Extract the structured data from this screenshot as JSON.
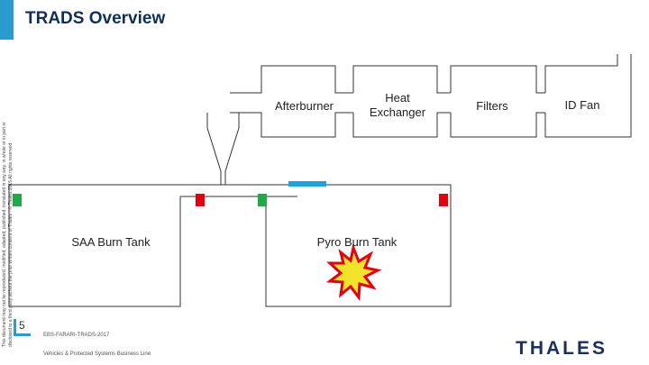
{
  "header": {
    "title": "TRADS Overview"
  },
  "side_note": {
    "line1": "This document may not be reproduced, modified, adapted, published, translated in any way, in whole or in part or",
    "line2": "disclosed to a third party without the prior written consent of Thales - © Thales 2015 All rights reserved"
  },
  "diagram": {
    "afterburner": "Afterburner",
    "heat_exchanger": "Heat Exchanger",
    "filters": "Filters",
    "id_fan": "ID Fan",
    "saa_tank": "SAA Burn Tank",
    "pyro_tank": "Pyro Burn Tank",
    "colors": {
      "closed_valve": "#e3000f",
      "open_valve": "#21a84a",
      "indicator": "#1fa3dc",
      "fire": "#f2e22a",
      "fire_outline": "#e3000f"
    }
  },
  "footer": {
    "page_number": "5",
    "doc_ref": "EBS-FARARI-TRADS-2017",
    "business_line": "Vehicles & Protected Systems Business Line",
    "logo": "THALES"
  }
}
